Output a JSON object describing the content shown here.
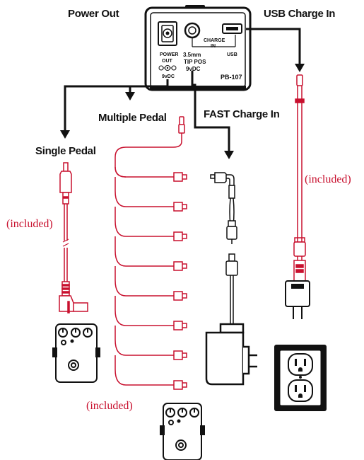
{
  "headings": {
    "power_out": "Power Out",
    "usb_charge_in": "USB Charge In",
    "multiple_pedal": "Multiple Pedal",
    "fast_charge_in": "FAST Charge In",
    "single_pedal": "Single Pedal"
  },
  "included_labels": {
    "usb_cable": "(included)",
    "single_cable": "(included)",
    "daisy_chain": "(included)"
  },
  "device": {
    "power_out_label": "POWER",
    "power_out_label2": "OUT",
    "power_voltage": "9vDC",
    "charge_in_label": "CHARGE",
    "charge_in_label2": "IN",
    "usb_label": "USB",
    "jack_size": "3.5mm",
    "tip_polarity": "TIP POS",
    "charge_voltage": "9vDC",
    "model": "PB-107"
  },
  "colors": {
    "cable_red": "#c8102e",
    "outline": "#111111"
  }
}
